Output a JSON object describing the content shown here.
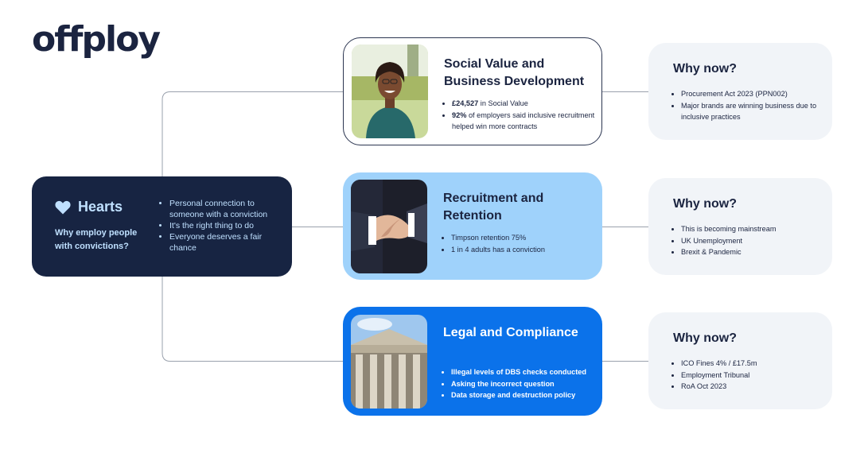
{
  "logo": {
    "text": "offploy"
  },
  "hearts": {
    "title": "Hearts",
    "question": "Why employ people with convictions?",
    "points": [
      "Personal connection to someone with a conviction",
      "It's the right thing to do",
      "Everyone deserves a fair chance"
    ]
  },
  "cards": [
    {
      "title": "Social Value and Business Development",
      "points": [
        {
          "bold": "£24,527",
          "text": " in Social Value"
        },
        {
          "bold": "92%",
          "text": " of employers said inclusive recruitment helped win more contracts"
        }
      ]
    },
    {
      "title": "Recruitment and Retention",
      "points": [
        {
          "bold": "",
          "text": "Timpson retention 75%"
        },
        {
          "bold": "",
          "text": "1 in 4 adults has a conviction"
        }
      ]
    },
    {
      "title": "Legal and Compliance",
      "points": [
        {
          "bold": "",
          "text": "Illegal levels of DBS checks conducted"
        },
        {
          "bold": "",
          "text": "Asking the incorrect question"
        },
        {
          "bold": "",
          "text": "Data storage and destruction policy"
        }
      ]
    }
  ],
  "why": [
    {
      "title": "Why now?",
      "points": [
        "Procurement Act 2023 (PPN002)",
        "Major brands are winning business due to inclusive practices"
      ]
    },
    {
      "title": "Why now?",
      "points": [
        "This is becoming mainstream",
        "UK Unemployment",
        "Brexit & Pandemic"
      ]
    },
    {
      "title": "Why now?",
      "points": [
        "ICO Fines 4% / £17.5m",
        "Employment Tribunal",
        "RoA Oct 2023"
      ]
    }
  ],
  "colors": {
    "navy": "#172442",
    "light_blue": "#9fd2fb",
    "bright_blue": "#0b72ea",
    "pale": "#f1f4f8"
  },
  "icons": {
    "hearts": "heart-icon"
  }
}
